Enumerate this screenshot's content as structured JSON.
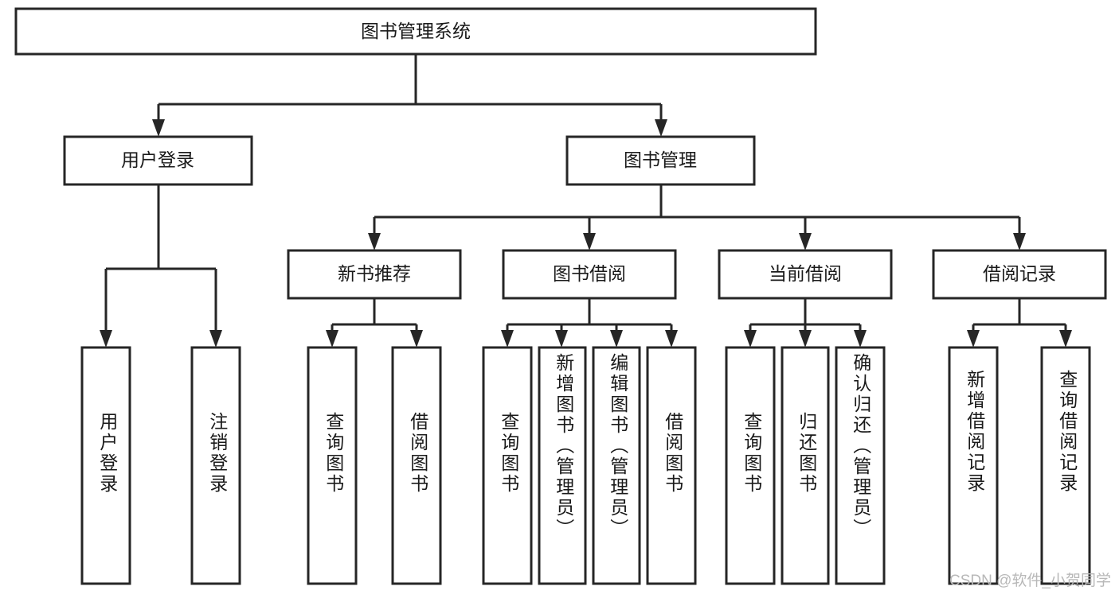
{
  "diagram": {
    "title": "图书管理系统",
    "watermark": "CSDN @软件_小贺同学",
    "type": "tree-hierarchy",
    "orientation": "top-down",
    "colors": {
      "stroke": "#262626",
      "fill": "#ffffff",
      "text": "#1a1a1a",
      "watermark": "#b8b8b8"
    },
    "root": {
      "id": "root",
      "label": "图书管理系统"
    },
    "level2": [
      {
        "id": "user-login",
        "label": "用户登录"
      },
      {
        "id": "book-manage",
        "label": "图书管理"
      }
    ],
    "level3": [
      {
        "id": "new-book-recommend",
        "label": "新书推荐",
        "parent": "book-manage"
      },
      {
        "id": "book-borrow",
        "label": "图书借阅",
        "parent": "book-manage"
      },
      {
        "id": "current-borrow",
        "label": "当前借阅",
        "parent": "book-manage"
      },
      {
        "id": "borrow-record",
        "label": "借阅记录",
        "parent": "book-manage"
      }
    ],
    "leaves": [
      {
        "id": "leaf-user-login",
        "label": "用户登录",
        "parent": "user-login"
      },
      {
        "id": "leaf-user-logout",
        "label": "注销登录",
        "parent": "user-login"
      },
      {
        "id": "leaf-query-book-1",
        "label": "查询图书",
        "parent": "new-book-recommend"
      },
      {
        "id": "leaf-borrow-book-1",
        "label": "借阅图书",
        "parent": "new-book-recommend"
      },
      {
        "id": "leaf-query-book-2",
        "label": "查询图书",
        "parent": "book-borrow"
      },
      {
        "id": "leaf-add-book",
        "label": "新增图书（管理员）",
        "parent": "book-borrow"
      },
      {
        "id": "leaf-edit-book",
        "label": "编辑图书（管理员）",
        "parent": "book-borrow"
      },
      {
        "id": "leaf-borrow-book-2",
        "label": "借阅图书",
        "parent": "book-borrow"
      },
      {
        "id": "leaf-query-book-3",
        "label": "查询图书",
        "parent": "current-borrow"
      },
      {
        "id": "leaf-return-book",
        "label": "归还图书",
        "parent": "current-borrow"
      },
      {
        "id": "leaf-confirm-return",
        "label": "确认归还（管理员）",
        "parent": "current-borrow"
      },
      {
        "id": "leaf-add-record",
        "label": "新增借阅记录",
        "parent": "borrow-record"
      },
      {
        "id": "leaf-query-record",
        "label": "查询借阅记录",
        "parent": "borrow-record"
      }
    ]
  }
}
